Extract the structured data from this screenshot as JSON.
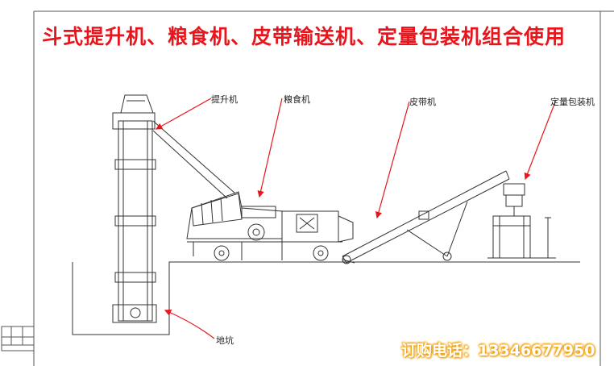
{
  "title": "斗式提升机、粮食机、皮带输送机、定量包装机组合使用",
  "labels": {
    "elevator": "提升机",
    "grain_machine": "粮食机",
    "belt_conveyor": "皮带机",
    "packing_machine": "定量包装机",
    "pit": "地坑"
  },
  "contact": {
    "phone_label": "订购电话：13346677950"
  },
  "colors": {
    "title": "#e8161c",
    "arrow": "#e8161c",
    "line": "#333333",
    "phone_glow": "#f5a300"
  }
}
